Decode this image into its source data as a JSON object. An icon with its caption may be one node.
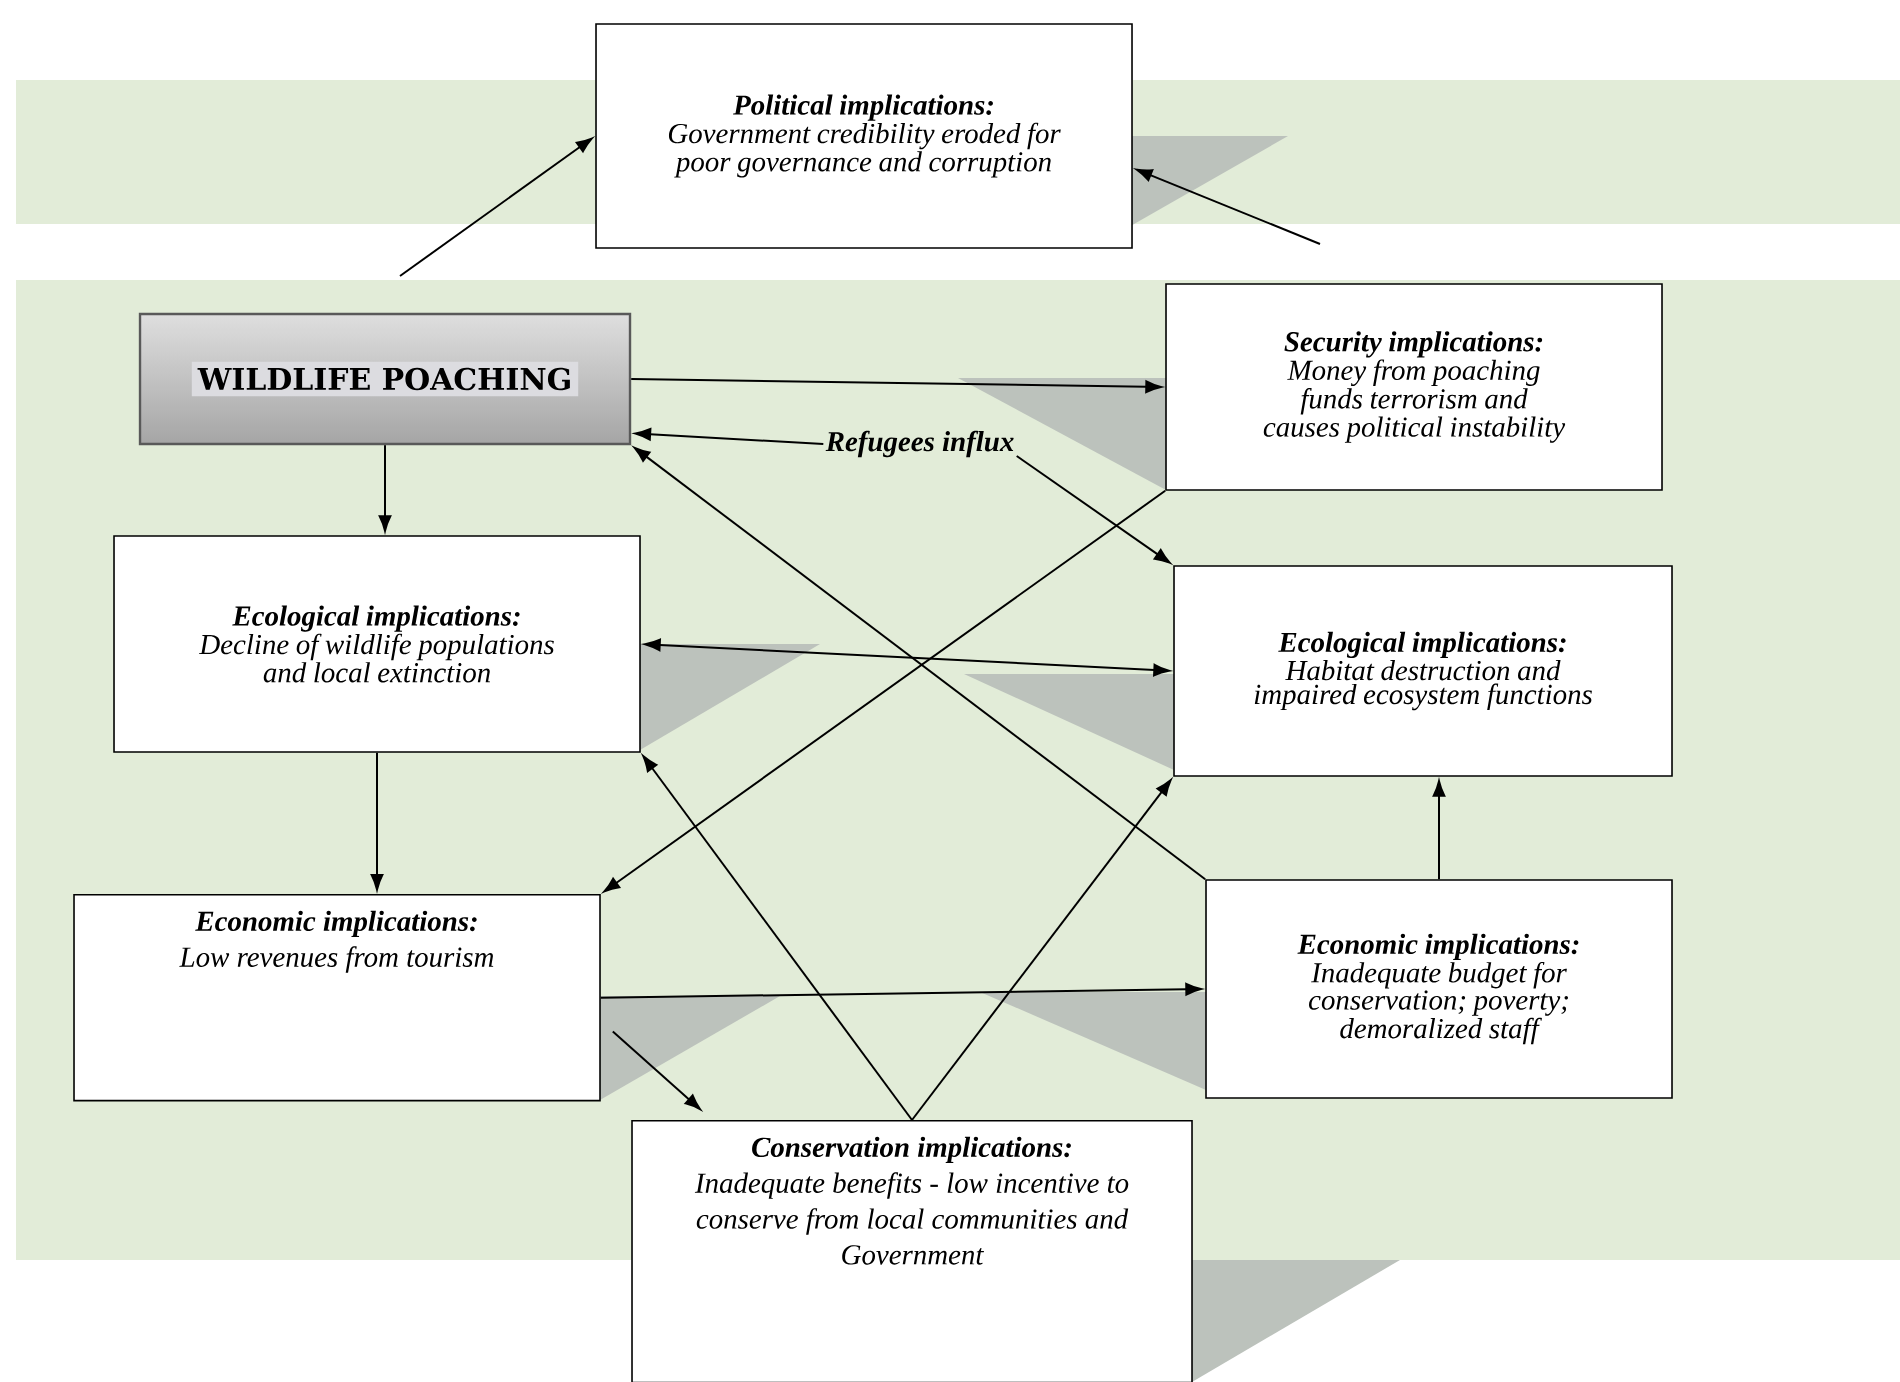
{
  "diagram": {
    "nodes": [
      {
        "text": [
          "Political implications:",
          "Government credibility eroded for poor governance and corruption"
        ]
      },
      {
        "text": [
          "WILDLIFE POACHING"
        ]
      },
      {
        "text": [
          "Security implications:",
          "Money from poaching funds terrorism and causes political instability"
        ]
      },
      {
        "text": [
          "Refugees influx"
        ]
      },
      {
        "text": [
          "Ecological implications:",
          "Decline of wildlife populations and local extinction"
        ]
      },
      {
        "text": [
          "Ecological implications:",
          "Habitat destruction and impaired ecosystem functions"
        ]
      },
      {
        "text": [
          "Economic implications:",
          "Low revenues from tourism"
        ]
      },
      {
        "text": [
          "Economic implications:",
          "Inadequate budget for conservation; poverty; demoralized staff"
        ]
      },
      {
        "text": [
          "Conservation implications:",
          "Inadequate benefits - low incentive to conserve from local communities and Government"
        ]
      }
    ],
    "edges": [
      {
        "from": null,
        "to": 0,
        "arrow": "to"
      },
      {
        "from": null,
        "to": 0,
        "arrow": "to"
      },
      {
        "from": 1,
        "to": 2,
        "arrow": "to"
      },
      {
        "from": 3,
        "to": 1,
        "arrow": "to"
      },
      {
        "from": 3,
        "to": 5,
        "arrow": "to"
      },
      {
        "from": 1,
        "to": 4,
        "arrow": "to"
      },
      {
        "from": 4,
        "to": 5,
        "arrow": "both"
      },
      {
        "from": 2,
        "to": 6,
        "arrow": "to"
      },
      {
        "from": 7,
        "to": 1,
        "arrow": "to"
      },
      {
        "from": 4,
        "to": 6,
        "arrow": "to"
      },
      {
        "from": 6,
        "to": 7,
        "arrow": "to"
      },
      {
        "from": 6,
        "to": 8,
        "arrow": "to"
      },
      {
        "from": 8,
        "to": 4,
        "arrow": "to"
      },
      {
        "from": 8,
        "to": 5,
        "arrow": "to"
      },
      {
        "from": 7,
        "to": 5,
        "arrow": "to"
      }
    ]
  }
}
